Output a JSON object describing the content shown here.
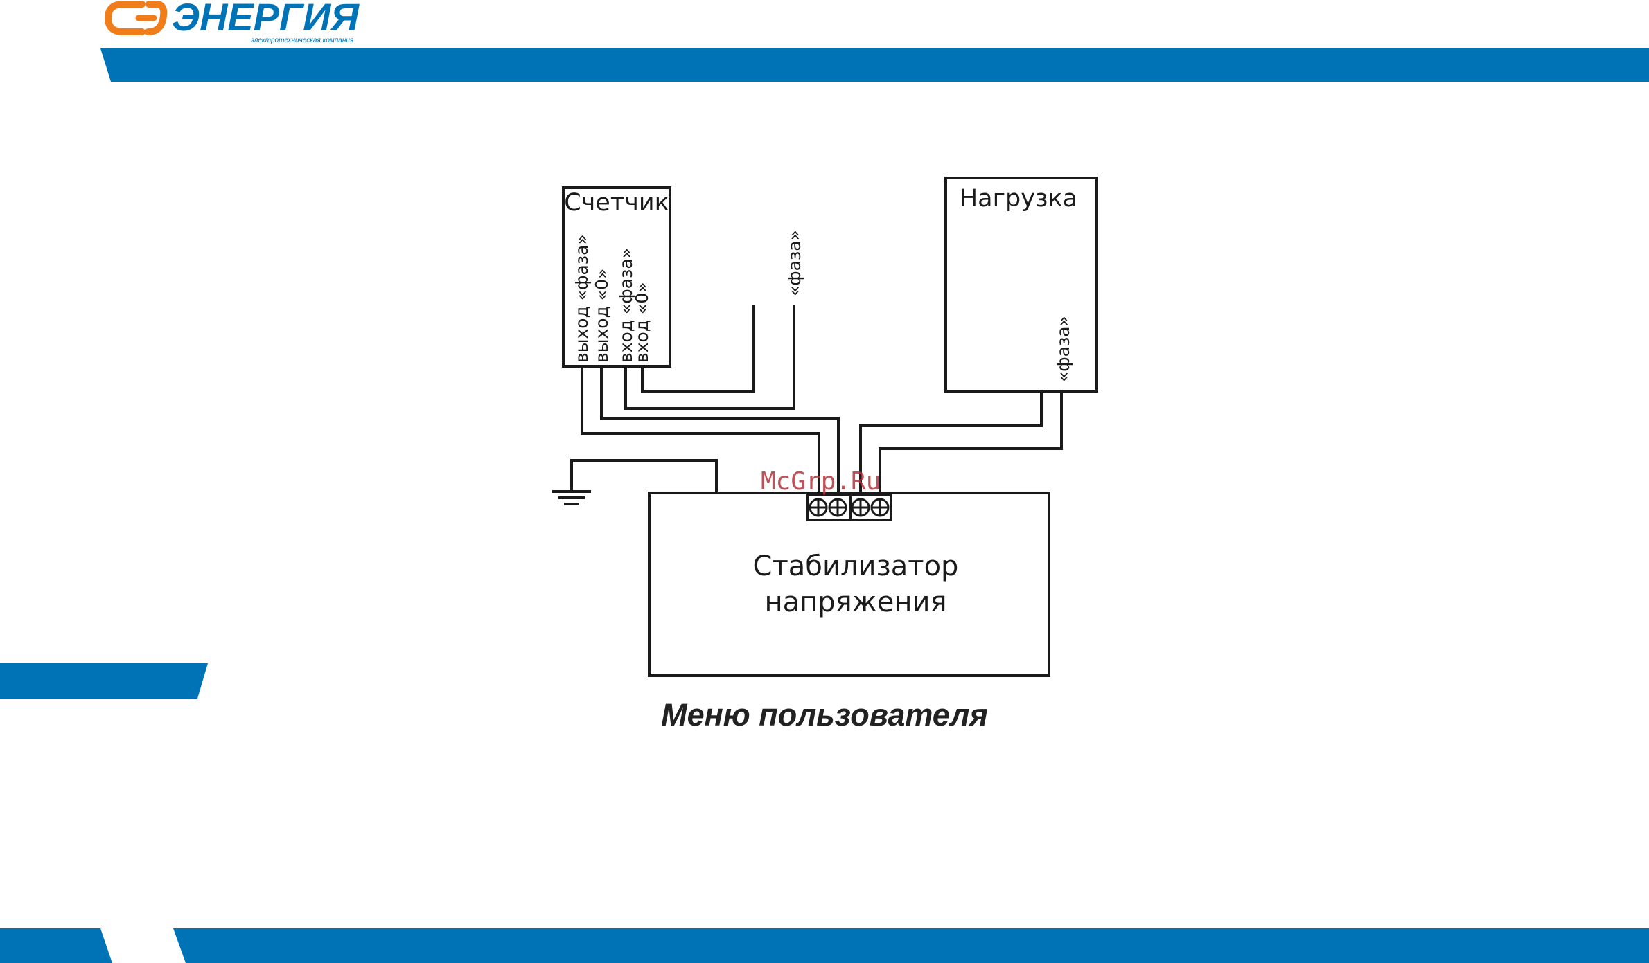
{
  "logo": {
    "wordmark": "ЭНЕРГИЯ",
    "tagline": "электротехническая компания"
  },
  "diagram": {
    "meter": {
      "title": "Счетчик",
      "terminals": [
        "выход «фаза»",
        "выход «0»",
        "вход «фаза»",
        "вход «0»"
      ]
    },
    "load": {
      "title": "Нагрузка",
      "terminal": "«фаза»"
    },
    "supply_phase_label": "«фаза»",
    "stabilizer": {
      "line1": "Стабилизатор",
      "line2": "напряжения"
    },
    "watermark": "McGrp.Ru"
  },
  "caption": "Меню пользователя",
  "colors": {
    "brand_blue": "#0073b7",
    "brand_orange": "#f07d1a",
    "line": "#1a1a1a",
    "watermark": "#b5333b"
  }
}
